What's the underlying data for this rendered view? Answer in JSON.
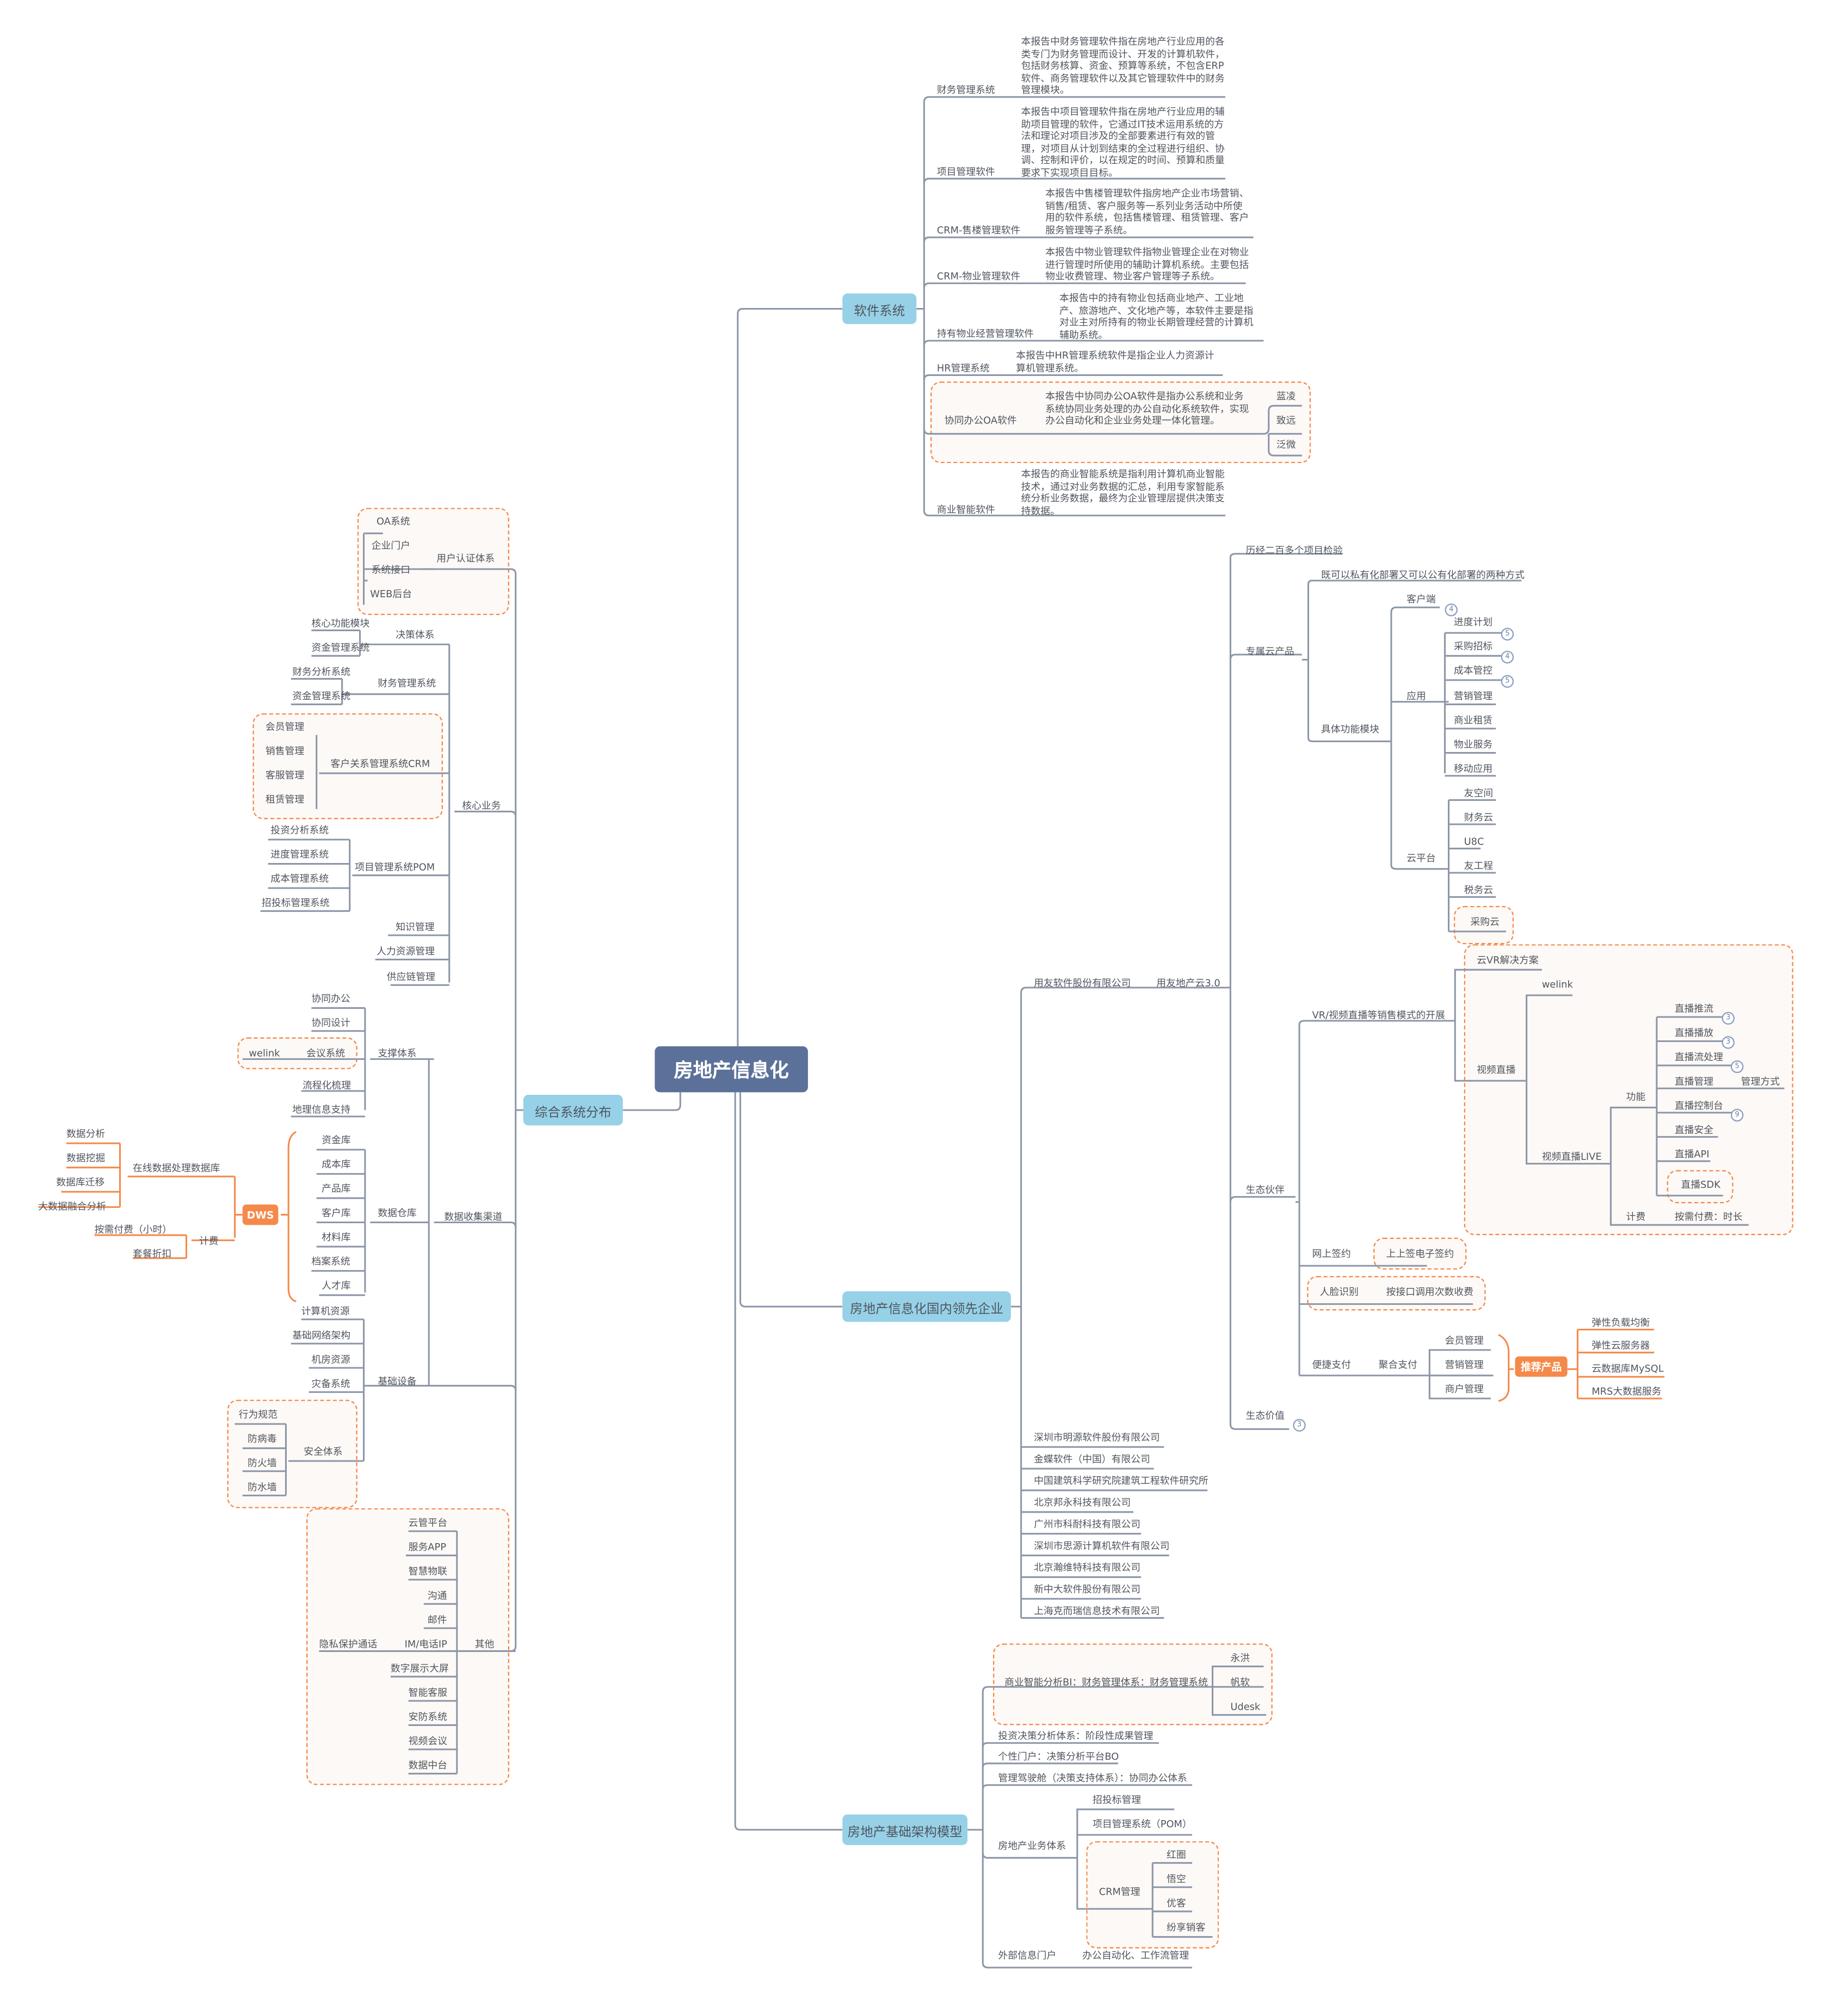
{
  "root": {
    "label": "房地产信息化"
  },
  "software": {
    "label": "软件系统",
    "items": [
      {
        "label": "财务管理系统",
        "desc": "本报告中财务管理软件指在房地产行业应用的各类专门为财务管理而设计、开发的计算机软件，包括财务核算、资金、预算等系统，不包含ERP软件、商务管理软件以及其它管理软件中的财务管理模块。"
      },
      {
        "label": "项目管理软件",
        "desc": "本报告中项目管理软件指在房地产行业应用的辅助项目管理的软件，它通过IT技术运用系统的方法和理论对项目涉及的全部要素进行有效的管理，对项目从计划到结束的全过程进行组织、协调、控制和评价，以在规定的时间、预算和质量要求下实现项目目标。"
      },
      {
        "label": "CRM-售楼管理软件",
        "desc": "本报告中售楼管理软件指房地产企业市场营销、销售/租赁、客户服务等一系列业务活动中所使用的软件系统，包括售楼管理、租赁管理、客户服务管理等子系统。"
      },
      {
        "label": "CRM-物业管理软件",
        "desc": "本报告中物业管理软件指物业管理企业在对物业进行管理时所使用的辅助计算机系统。主要包括物业收费管理、物业客户管理等子系统。"
      },
      {
        "label": "持有物业经营管理软件",
        "desc": "本报告中的持有物业包括商业地产、工业地产、旅游地产、文化地产等，本软件主要是指对业主对所持有的物业长期管理经营的计算机辅助系统。"
      },
      {
        "label": "HR管理系统",
        "desc": "本报告中HR管理系统软件是指企业人力资源计算机管理系统。"
      },
      {
        "label": "协同办公OA软件",
        "desc": "本报告中协同办公OA软件是指办公系统和业务系统协同业务处理的办公自动化系统软件，实现办公自动化和企业业务处理一体化管理。",
        "vendors": [
          "蓝凌",
          "致远",
          "泛微"
        ]
      },
      {
        "label": "商业智能软件",
        "desc": "本报告的商业智能系统是指利用计算机商业智能技术，通过对业务数据的汇总，利用专家智能系统分析业务数据，最终为企业管理层提供决策支持数据。"
      }
    ]
  },
  "overview": {
    "label": "综合系统分布",
    "user_auth": {
      "label": "用户认证体系",
      "items": [
        "OA系统",
        "企业门户",
        "系统接口",
        "WEB后台"
      ]
    },
    "core": {
      "label": "核心业务",
      "decision": {
        "label": "决策体系",
        "items": [
          "核心功能模块",
          "资金管理系统"
        ]
      },
      "finance": {
        "label": "财务管理系统",
        "items": [
          "财务分析系统",
          "资金管理系统"
        ]
      },
      "crm": {
        "label": "客户关系管理系统CRM",
        "items": [
          "会员管理",
          "销售管理",
          "客服管理",
          "租赁管理"
        ]
      },
      "pom": {
        "label": "项目管理系统POM",
        "items": [
          "投资分析系统",
          "进度管理系统",
          "成本管理系统",
          "招投标管理系统"
        ]
      },
      "others": [
        "知识管理",
        "人力资源管理",
        "供应链管理"
      ]
    },
    "channel": {
      "label": "数据收集渠道",
      "support": {
        "label": "支撑体系",
        "items": [
          "协同办公",
          "协同设计",
          "会议系统",
          "流程化梳理",
          "地理信息支持"
        ],
        "meeting_sub": "welink"
      },
      "warehouse": {
        "label": "数据仓库",
        "items": [
          "资金库",
          "成本库",
          "产品库",
          "客户库",
          "材料库",
          "档案系统",
          "人才库"
        ]
      },
      "dws": {
        "label": "DWS",
        "online": {
          "label": "在线数据处理数据库",
          "items": [
            "数据分析",
            "数据挖掘",
            "数据库迁移",
            "大数据融合分析"
          ]
        },
        "billing": {
          "label": "计费",
          "items": [
            "按需付费（小时）",
            "套餐折扣"
          ]
        }
      }
    },
    "infra": {
      "label": "基础设备",
      "items": [
        "计算机资源",
        "基础网络架构",
        "机房资源",
        "灾备系统"
      ],
      "security": {
        "label": "安全体系",
        "items": [
          "行为规范",
          "防病毒",
          "防火墙",
          "防水墙"
        ]
      }
    },
    "other": {
      "label": "其他",
      "items": [
        "云管平台",
        "服务APP",
        "智慧物联",
        "沟通",
        "邮件",
        "IM/电话IP",
        "数字展示大屏",
        "智能客服",
        "安防系统",
        "视频会议",
        "数据中台"
      ],
      "im_sub": "隐私保护通话"
    }
  },
  "leaders": {
    "label": "房地产信息化国内领先企业",
    "yonyou": {
      "label": "用友软件股份有限公司",
      "product": "用友地产云3.0",
      "proven": "历经二百多个项目检验",
      "dedicated": {
        "label": "专属云产品",
        "deploy": "既可以私有化部署又可以公有化部署的两种方式",
        "modules": {
          "label": "具体功能模块",
          "client": {
            "label": "客户端",
            "badge": "4"
          },
          "apps": {
            "label": "应用",
            "items": [
              {
                "label": "进度计划",
                "badge": "5"
              },
              {
                "label": "采购招标",
                "badge": "4"
              },
              {
                "label": "成本管控",
                "badge": "5"
              },
              {
                "label": "营销管理"
              },
              {
                "label": "商业租赁"
              },
              {
                "label": "物业服务"
              },
              {
                "label": "移动应用"
              }
            ]
          },
          "cloud": {
            "label": "云平台",
            "items": [
              "友空间",
              "财务云",
              "U8C",
              "友工程",
              "税务云",
              "采购云"
            ]
          }
        }
      },
      "ecosystem": {
        "label": "生态伙伴",
        "vr": {
          "label": "VR/视频直播等销售模式的开展",
          "vr_solution": "云VR解决方案",
          "live": {
            "label": "视频直播",
            "welink": "welink",
            "live_pro": {
              "label": "视频直播LIVE",
              "functions": {
                "label": "功能",
                "items": [
                  {
                    "label": "直播推流",
                    "badge": "3"
                  },
                  {
                    "label": "直播播放",
                    "badge": "3"
                  },
                  {
                    "label": "直播流处理",
                    "badge": "5"
                  },
                  {
                    "label": "直播管理",
                    "sub": "管理方式"
                  },
                  {
                    "label": "直播控制台",
                    "badge": "9"
                  },
                  {
                    "label": "直播安全"
                  },
                  {
                    "label": "直播API"
                  },
                  {
                    "label": "直播SDK"
                  }
                ]
              },
              "billing": {
                "label": "计费",
                "value": "按需付费：时长"
              }
            }
          }
        },
        "esign": {
          "label": "网上签约",
          "value": "上上签电子签约"
        },
        "face": {
          "label": "人脸识别",
          "value": "按接口调用次数收费"
        },
        "payment": {
          "label": "便捷支付",
          "aggregate": "聚合支付",
          "items": [
            "会员管理",
            "营销管理",
            "商户管理"
          ],
          "recommended": {
            "label": "推荐产品",
            "items": [
              "弹性负载均衡",
              "弹性云服务器",
              "云数据库MySQL",
              "MRS大数据服务"
            ]
          }
        }
      },
      "value": {
        "label": "生态价值",
        "badge": "3"
      }
    },
    "companies": [
      "深圳市明源软件股份有限公司",
      "金蝶软件（中国）有限公司",
      "中国建筑科学研究院建筑工程软件研究所",
      "北京邦永科技有限公司",
      "广州市科耐科技有限公司",
      "深圳市思源计算机软件有限公司",
      "北京瀚维特科技有限公司",
      "新中大软件股份有限公司",
      "上海克而瑞信息技术有限公司"
    ]
  },
  "architecture": {
    "label": "房地产基础架构模型",
    "bi": {
      "label": "商业智能分析BI：财务管理体系：财务管理系统",
      "vendors": [
        "永洪",
        "帆软",
        "Udesk"
      ]
    },
    "items": [
      "投资决策分析体系：阶段性成果管理",
      "个性门户：决策分析平台BO",
      "管理驾驶舱（决策支持体系）：协同办公体系"
    ],
    "business": {
      "label": "房地产业务体系",
      "items": [
        "招投标管理",
        "项目管理系统（POM）"
      ],
      "crm": {
        "label": "CRM管理",
        "items": [
          "红圈",
          "悟空",
          "优客",
          "纷享销客"
        ]
      }
    },
    "portal": {
      "label": "外部信息门户",
      "value": "办公自动化、工作流管理"
    }
  }
}
